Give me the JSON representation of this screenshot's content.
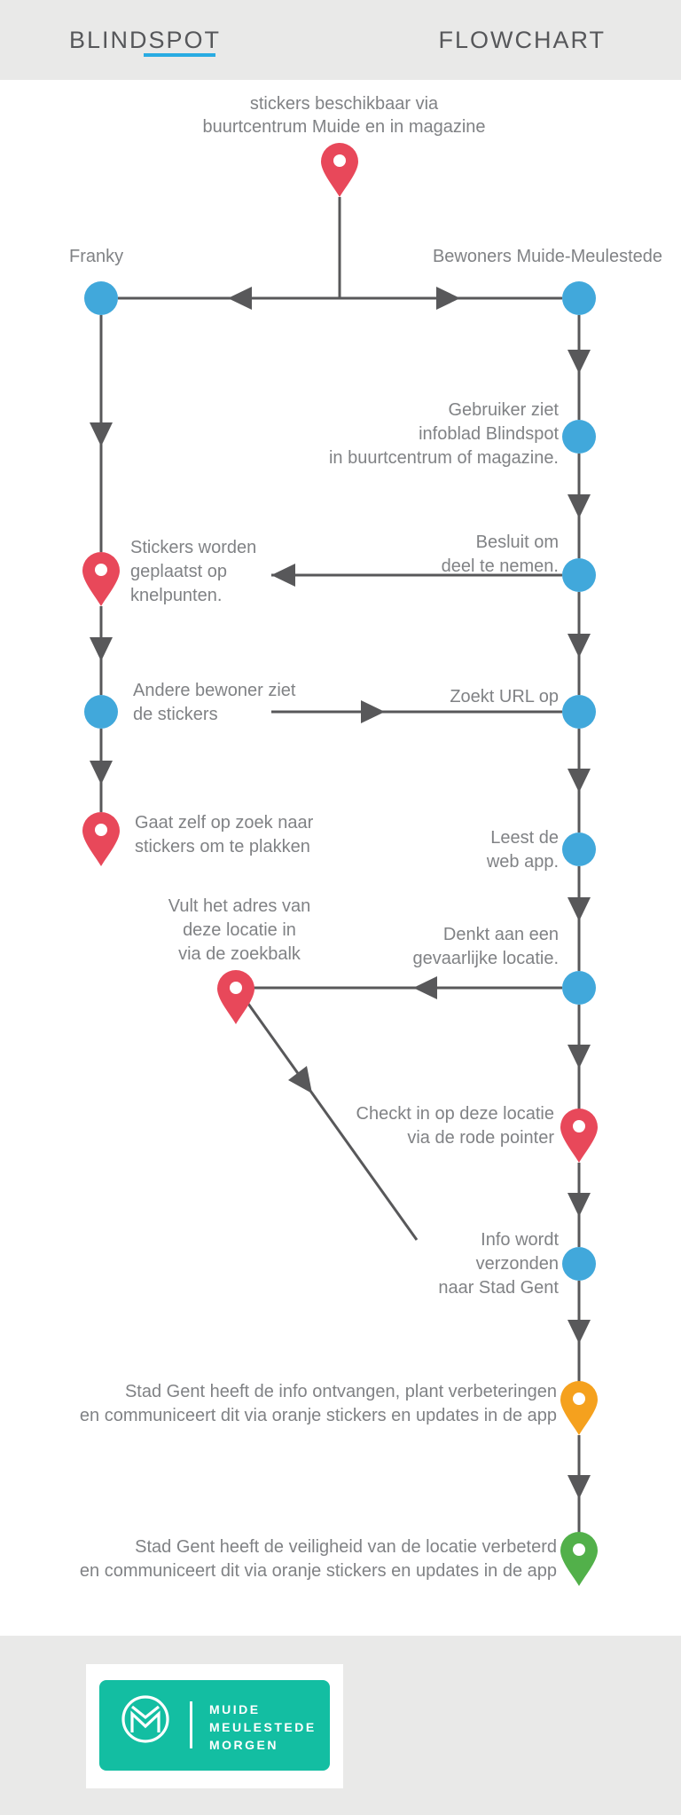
{
  "header": {
    "brand": "BLINDSPOT",
    "title": "FLOWCHART"
  },
  "flow": {
    "start_note": "stickers beschikbaar via\nbuurtcentrum Muide en in magazine",
    "lane_left": "Franky",
    "lane_right": "Bewoners Muide-Meulestede",
    "steps": {
      "gebruiker": "Gebruiker ziet\ninfoblad Blindspot\nin buurtcentrum of magazine.",
      "besluit": "Besluit om\ndeel te nemen.",
      "stickers": "Stickers worden\ngeplaatst op\nknelpunten.",
      "andere": "Andere bewoner ziet\nde stickers",
      "zoekt": "Zoekt URL op",
      "gaat": "Gaat zelf op zoek naar\nstickers om te plakken",
      "leest": "Leest de\nweb app.",
      "vult": "Vult het adres van\ndeze locatie in\nvia de zoekbalk",
      "denkt": "Denkt aan een\ngevaarlijke locatie.",
      "checkt": "Checkt in op deze locatie\nvia de rode pointer",
      "info": "Info wordt\nverzonden\nnaar Stad Gent",
      "stadgent_plant": "Stad Gent heeft de info ontvangen, plant verbeteringen\nen communiceert dit via oranje stickers en updates in de app",
      "stadgent_verbeterd": "Stad Gent heeft de veiligheid van de locatie verbeterd\nen communiceert dit via oranje stickers en updates in de app"
    }
  },
  "footer": {
    "wordmark": "MUIDE\nMEULESTEDE\nMORGEN"
  },
  "colors": {
    "band_gray": "#E9E9E8",
    "line_gray": "#58585A",
    "text_gray": "#808285",
    "title_text": "#56575A",
    "underline_blue": "#29ABE2",
    "node_blue": "#41A8DB",
    "pin_red": "#E8485A",
    "pin_orange": "#F5A11E",
    "pin_green": "#52B04A",
    "logo_teal": "#13BEA2"
  }
}
